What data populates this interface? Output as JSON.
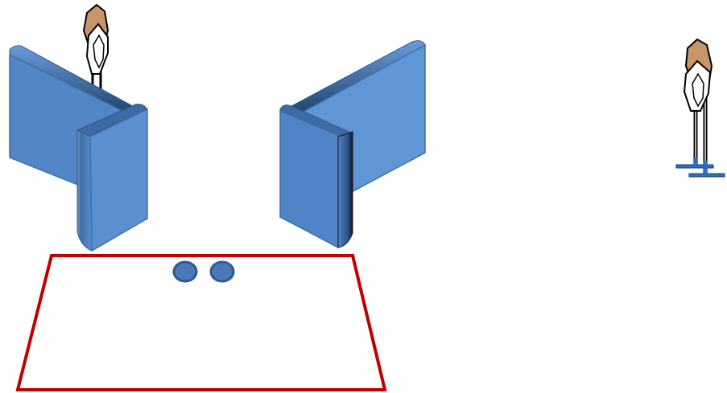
{
  "diagram": {
    "colors": {
      "background": "#ffffff",
      "wall_fill": "#5B8FD0",
      "wall_shade": "#3E6FAA",
      "wall_edge": "#2F5A8C",
      "wall_highlight": "#6A9CDC",
      "wall_dark_edge": "#141820",
      "zone_outline": "#C00000",
      "marker_fill": "#4A78B8",
      "marker_outline": "#2F5A8C",
      "target_outline": "#000000",
      "target_back": "#C8956A",
      "target_face": "#ffffff",
      "stand_metal": "#2E6FC0",
      "stand_leg": "#b0b0b0"
    },
    "elements": {
      "barriers": 2,
      "targets": 2,
      "floor_markers": 2,
      "shooting_zones": 1
    },
    "icons": {
      "barrier": "wall-barrier-icon",
      "target": "paper-target-icon",
      "marker": "floor-marker-icon"
    }
  }
}
